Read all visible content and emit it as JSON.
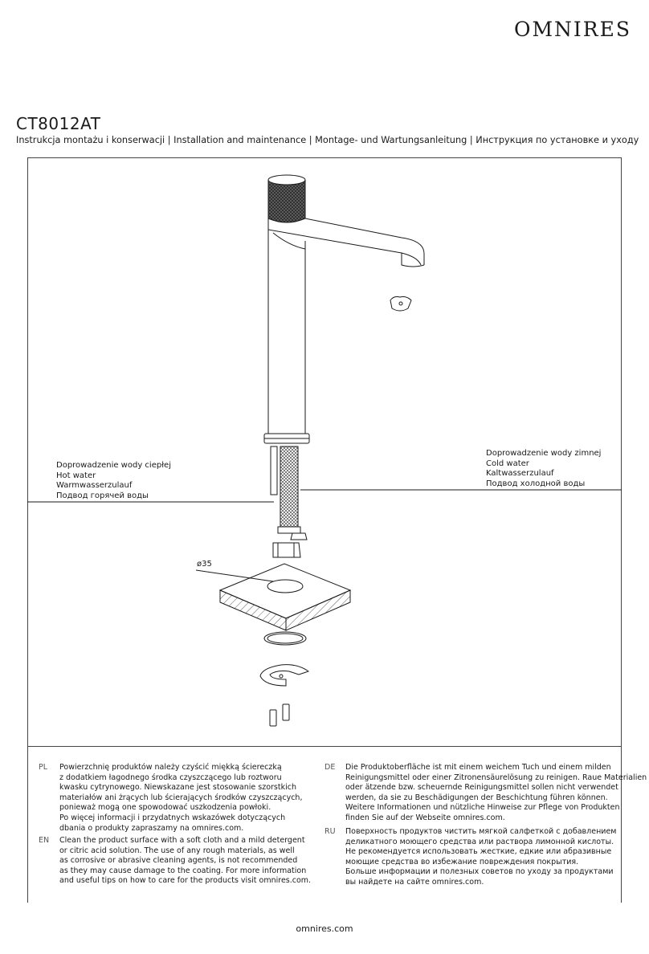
{
  "header": {
    "brand": "OMNIRES",
    "model": "CT8012AT",
    "subtitle": "Instrukcja montażu i konserwacji | Installation and maintenance | Montage- und Wartungsanleitung | Инструкция по установке и уходу"
  },
  "diagram": {
    "hot_water": [
      "Doprowadzenie wody ciepłej",
      "Hot water",
      "Warmwasserzulauf",
      "Подвод горячей воды"
    ],
    "cold_water": [
      "Doprowadzenie wody zimnej",
      "Cold water",
      "Kaltwasserzulauf",
      "Подвод холодной воды"
    ],
    "diameter_label": "ø35"
  },
  "maintenance": {
    "pl": {
      "code": "PL",
      "lines": [
        "Powierzchnię produktów należy czyścić miękką ściereczką",
        "z dodatkiem łagodnego środka czyszczącego lub roztworu",
        "kwasku cytrynowego. Niewskazane jest stosowanie szorstkich",
        "materiałów ani żrących lub ścierających środków czyszczących,",
        "ponieważ mogą one spowodować uszkodzenia powłoki.",
        "Po więcej informacji i przydatnych wskazówek dotyczących",
        "dbania o produkty zapraszamy na omnires.com."
      ]
    },
    "en": {
      "code": "EN",
      "lines": [
        "Clean the product surface with a soft cloth and a mild detergent",
        "or citric acid solution. The use of any rough materials, as well",
        "as corrosive or abrasive cleaning agents, is not recommended",
        "as they may cause damage to the coating. For more information",
        "and useful tips on how to care for the products visit omnires.com."
      ]
    },
    "de": {
      "code": "DE",
      "lines": [
        "Die Produktoberfläche ist mit einem weichem Tuch und einem milden",
        "Reinigungsmittel oder einer Zitronensäurelösung zu reinigen. Raue Materialien",
        "oder ätzende bzw. scheuernde Reinigungsmittel sollen nicht verwendet",
        "werden, da sie zu Beschädigungen der Beschichtung führen können.",
        "Weitere Informationen und nützliche Hinweise zur Pflege von Produkten",
        "finden Sie auf der Webseite omnires.com."
      ]
    },
    "ru": {
      "code": "RU",
      "lines": [
        "Поверхность продуктов чистить мягкой салфеткой с добавлением",
        "деликатного моющего средства или раствора лимонной кислоты.",
        "Не рекомендуется использовать жесткие, едкие или абразивные",
        "моющие средства во избежание повреждения покрытия.",
        "Больше информации и полезных советов по уходу за продуктами",
        "вы найдете на сайте omnires.com."
      ]
    }
  },
  "footer": {
    "url": "omnires.com"
  }
}
